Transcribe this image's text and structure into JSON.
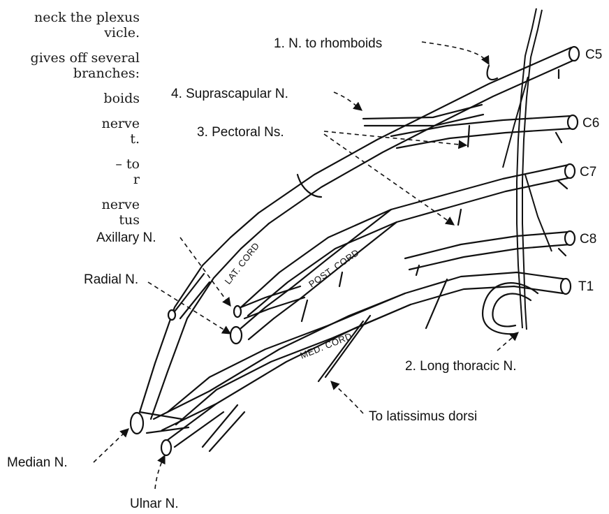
{
  "side_text": {
    "paragraphs": [
      [
        "neck the plexus",
        "vicle."
      ],
      [
        "gives off several",
        "branches:"
      ],
      [
        "boids"
      ],
      [
        "nerve",
        "t."
      ],
      [
        "– to",
        "r"
      ],
      [
        "nerve",
        "tus"
      ]
    ]
  },
  "roots": [
    "C5",
    "C6",
    "C7",
    "C8",
    "T1"
  ],
  "cords": {
    "lateral": "LAT. CORD",
    "posterior": "POST. CORD",
    "medial": "MED. CORD"
  },
  "labels": {
    "rhomboids": "1. N. to rhomboids",
    "suprascapular": "4. Suprascapular N.",
    "pectoral": "3. Pectoral Ns.",
    "axillary": "Axillary N.",
    "radial": "Radial N.",
    "long_thoracic": "2. Long thoracic N.",
    "latissimus": "To latissimus dorsi",
    "median": "Median N.",
    "ulnar": "Ulnar N."
  },
  "colors": {
    "ink": "#111111",
    "background": "#ffffff"
  }
}
